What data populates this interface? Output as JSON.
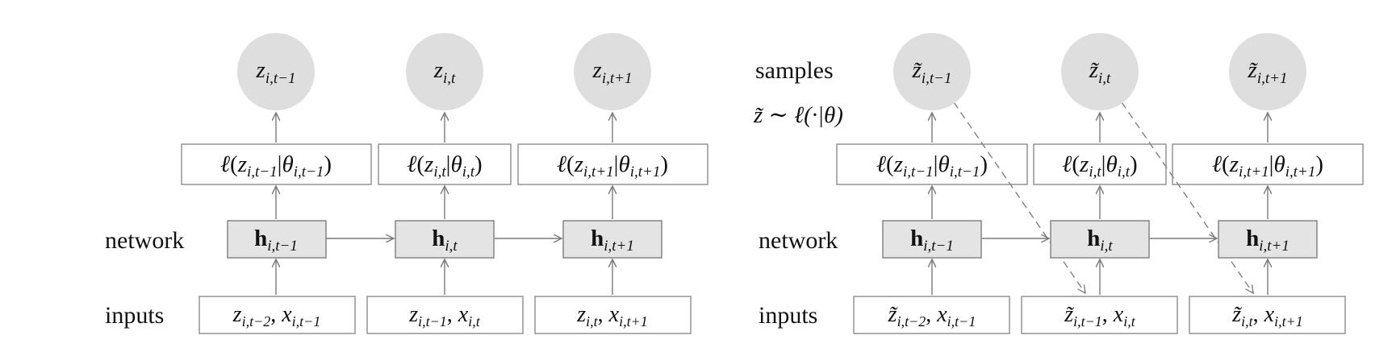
{
  "colors": {
    "node_fill": "#dedede",
    "hidden_box_fill": "#e4e4e4",
    "border": "#8c8c8c",
    "arrow": "#7a7a7a",
    "text": "#111111"
  },
  "left_panel": {
    "row_labels": {
      "network": "network",
      "inputs": "inputs"
    },
    "nodes": [
      {
        "base": "z",
        "sub": "i,t−1"
      },
      {
        "base": "z",
        "sub": "i,t"
      },
      {
        "base": "z",
        "sub": "i,t+1"
      }
    ],
    "likelihoods": [
      {
        "sub_z": "i,t−1",
        "sub_theta": "i,t−1"
      },
      {
        "sub_z": "i,t",
        "sub_theta": "i,t"
      },
      {
        "sub_z": "i,t+1",
        "sub_theta": "i,t+1"
      }
    ],
    "hidden": [
      {
        "base": "h",
        "sub": "i,t−1"
      },
      {
        "base": "h",
        "sub": "i,t"
      },
      {
        "base": "h",
        "sub": "i,t+1"
      }
    ],
    "inputs": [
      {
        "z_sub": "i,t−2",
        "x_sub": "i,t−1",
        "tilde": false
      },
      {
        "z_sub": "i,t−1",
        "x_sub": "i,t",
        "tilde": false
      },
      {
        "z_sub": "i,t",
        "x_sub": "i,t+1",
        "tilde": false
      }
    ]
  },
  "right_panel": {
    "row_labels": {
      "samples": "samples",
      "network": "network",
      "inputs": "inputs"
    },
    "sampling_note": "z̃ ∼ ℓ(·|θ)",
    "nodes": [
      {
        "base": "z̃",
        "sub": "i,t−1"
      },
      {
        "base": "z̃",
        "sub": "i,t"
      },
      {
        "base": "z̃",
        "sub": "i,t+1"
      }
    ],
    "likelihoods": [
      {
        "sub_z": "i,t−1",
        "sub_theta": "i,t−1"
      },
      {
        "sub_z": "i,t",
        "sub_theta": "i,t"
      },
      {
        "sub_z": "i,t+1",
        "sub_theta": "i,t+1"
      }
    ],
    "hidden": [
      {
        "base": "h",
        "sub": "i,t−1"
      },
      {
        "base": "h",
        "sub": "i,t"
      },
      {
        "base": "h",
        "sub": "i,t+1"
      }
    ],
    "inputs": [
      {
        "z_sub": "i,t−2",
        "x_sub": "i,t−1",
        "tilde": true
      },
      {
        "z_sub": "i,t−1",
        "x_sub": "i,t",
        "tilde": true
      },
      {
        "z_sub": "i,t",
        "x_sub": "i,t+1",
        "tilde": true
      }
    ]
  }
}
